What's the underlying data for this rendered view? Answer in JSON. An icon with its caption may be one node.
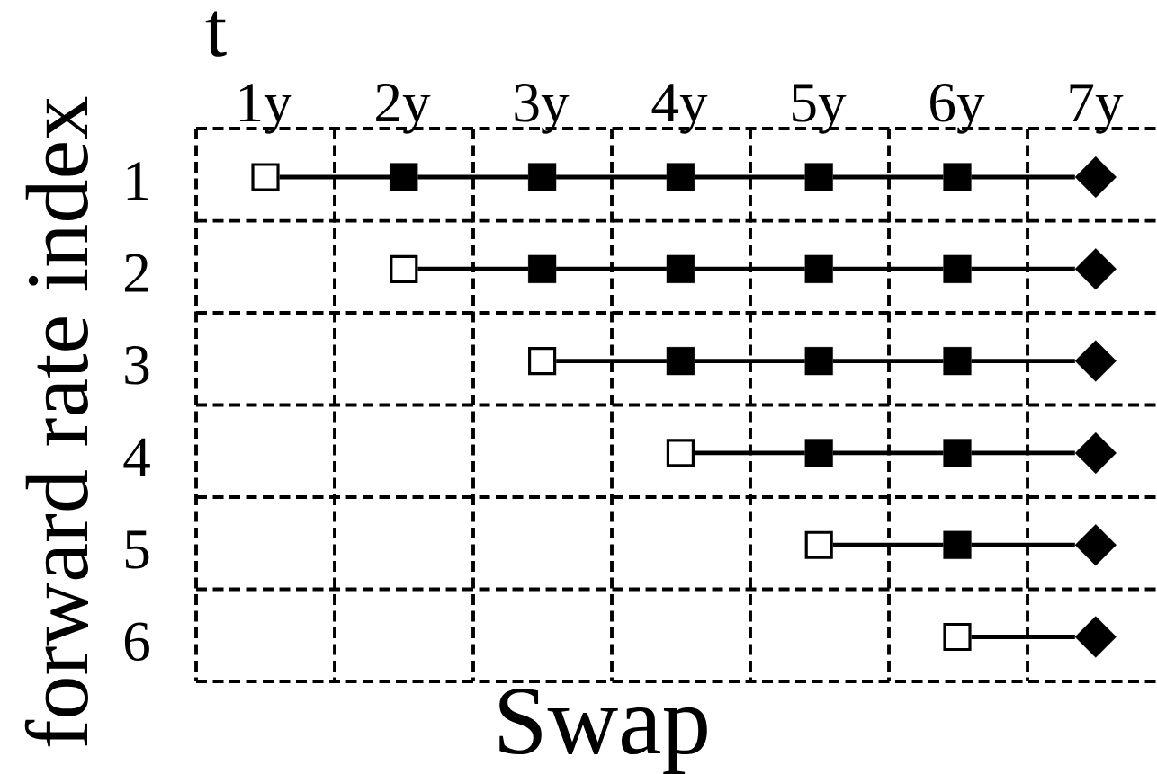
{
  "diagram": {
    "caption": "Swap",
    "nodes": [
      {
        "text": [],
        "shape": "box"
      },
      {
        "text": [],
        "shape": "square"
      },
      {
        "text": [],
        "shape": "square"
      },
      {
        "text": [],
        "shape": "square"
      },
      {
        "text": [],
        "shape": "square"
      },
      {
        "text": [],
        "shape": "square"
      },
      {
        "text": [],
        "shape": "diamond"
      },
      {
        "text": [],
        "shape": "box"
      },
      {
        "text": [],
        "shape": "square"
      },
      {
        "text": [],
        "shape": "square"
      },
      {
        "text": [],
        "shape": "square"
      },
      {
        "text": [],
        "shape": "square"
      },
      {
        "text": [],
        "shape": "diamond"
      },
      {
        "text": [],
        "shape": "box"
      },
      {
        "text": [],
        "shape": "square"
      },
      {
        "text": [],
        "shape": "square"
      },
      {
        "text": [],
        "shape": "square"
      },
      {
        "text": [],
        "shape": "diamond"
      },
      {
        "text": [],
        "shape": "box"
      },
      {
        "text": [],
        "shape": "square"
      },
      {
        "text": [],
        "shape": "square"
      },
      {
        "text": [],
        "shape": "diamond"
      },
      {
        "text": [],
        "shape": "box"
      },
      {
        "text": [],
        "shape": "square"
      },
      {
        "text": [],
        "shape": "diamond"
      },
      {
        "text": [],
        "shape": "box"
      },
      {
        "text": [],
        "shape": "diamond"
      }
    ],
    "edges": [
      {
        "from": 0,
        "to": 1,
        "arrow": "none"
      },
      {
        "from": 1,
        "to": 2,
        "arrow": "none"
      },
      {
        "from": 2,
        "to": 3,
        "arrow": "none"
      },
      {
        "from": 3,
        "to": 4,
        "arrow": "none"
      },
      {
        "from": 4,
        "to": 5,
        "arrow": "none"
      },
      {
        "from": 5,
        "to": 6,
        "arrow": "none"
      },
      {
        "from": 7,
        "to": 8,
        "arrow": "none"
      },
      {
        "from": 8,
        "to": 9,
        "arrow": "none"
      },
      {
        "from": 9,
        "to": 10,
        "arrow": "none"
      },
      {
        "from": 10,
        "to": 11,
        "arrow": "none"
      },
      {
        "from": 11,
        "to": 12,
        "arrow": "none"
      },
      {
        "from": 13,
        "to": 14,
        "arrow": "none"
      },
      {
        "from": 14,
        "to": 15,
        "arrow": "none"
      },
      {
        "from": 15,
        "to": 16,
        "arrow": "none"
      },
      {
        "from": 16,
        "to": 17,
        "arrow": "none"
      },
      {
        "from": 18,
        "to": 19,
        "arrow": "none"
      },
      {
        "from": 19,
        "to": 20,
        "arrow": "none"
      },
      {
        "from": 20,
        "to": 21,
        "arrow": "none"
      },
      {
        "from": 22,
        "to": 23,
        "arrow": "none"
      },
      {
        "from": 23,
        "to": 24,
        "arrow": "none"
      },
      {
        "from": 25,
        "to": 26,
        "arrow": "none"
      }
    ],
    "labels": [
      "t",
      "1y",
      "2y",
      "3y",
      "4y",
      "5y",
      "6y",
      "7y",
      "forward rate index",
      "1",
      "2",
      "3",
      "4",
      "5",
      "6"
    ]
  }
}
